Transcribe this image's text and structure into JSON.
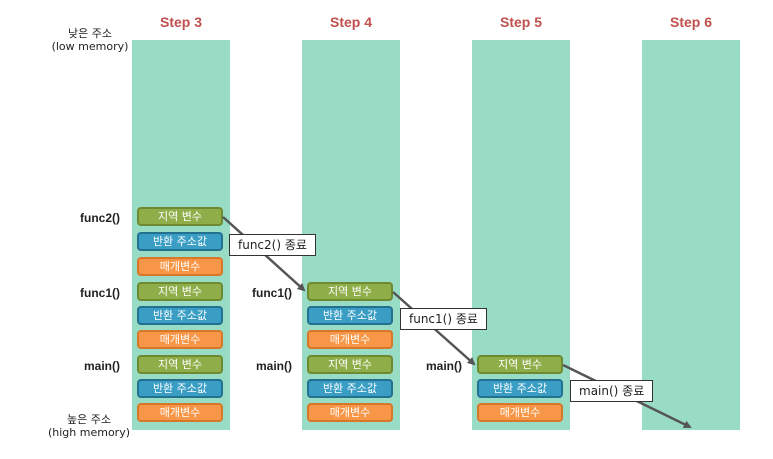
{
  "labels": {
    "low_address": "낮은 주소",
    "low_memory": "(low memory)",
    "high_address": "높은 주소",
    "high_memory": "(high memory)"
  },
  "steps": [
    "Step 3",
    "Step 4",
    "Step 5",
    "Step 6"
  ],
  "frames": {
    "func2": "func2()",
    "func1": "func1()",
    "main": "main()"
  },
  "boxes": {
    "local": "지역 변수",
    "ret": "반환 주소값",
    "param": "매개변수"
  },
  "callouts": {
    "func2_end": "func2() 종료",
    "func1_end": "func1() 종료",
    "main_end": "main() 종료"
  },
  "colors": {
    "header": "#c0504d",
    "column": "#99dcc6",
    "local": "#8fae4a",
    "return": "#3a9ec4",
    "param": "#f79646",
    "arrow": "#555555"
  }
}
